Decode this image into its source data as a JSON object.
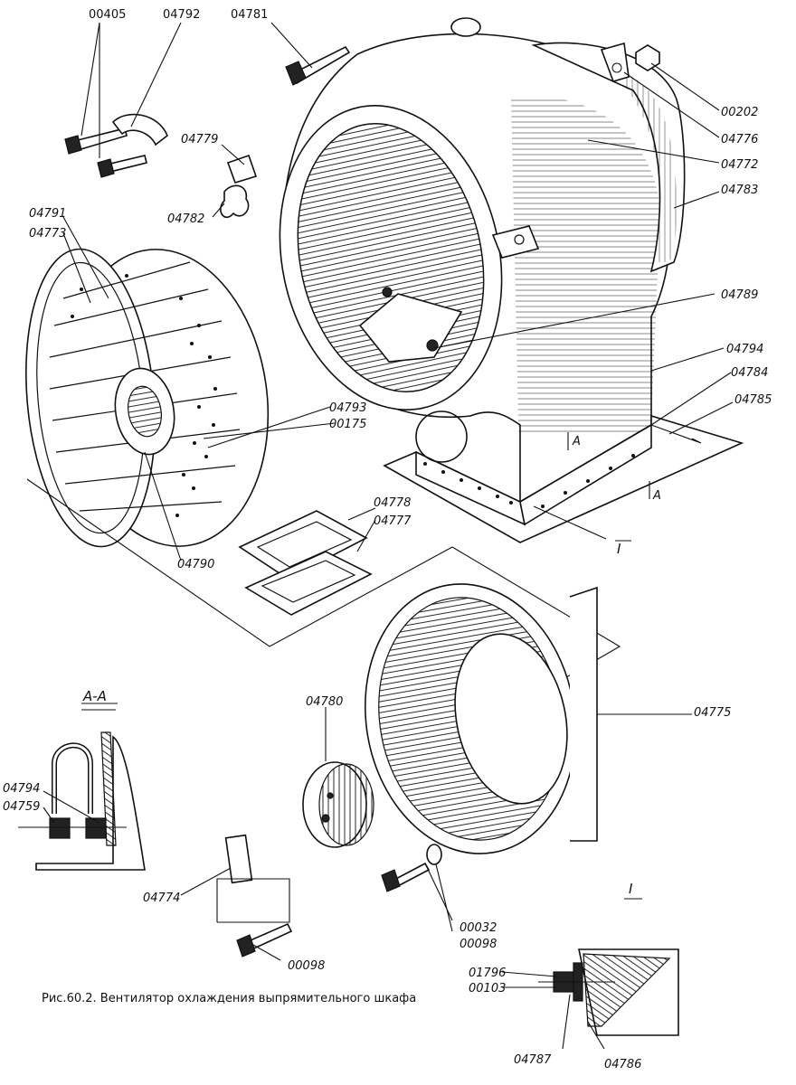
{
  "labels": {
    "p00405": "00405",
    "p04792": "04792",
    "p04781": "04781",
    "p00202": "00202",
    "p04776": "04776",
    "p04772": "04772",
    "p04783": "04783",
    "p04779": "04779",
    "p04782": "04782",
    "p04791": "04791",
    "p04773": "04773",
    "p04789": "04789",
    "p04794a": "04794",
    "p04784": "04784",
    "p04785": "04785",
    "p04793": "04793",
    "p00175": "00175",
    "p04778": "04778",
    "p04777": "04777",
    "p04790": "04790",
    "p04775": "04775",
    "p04780": "04780",
    "p04794b": "04794",
    "p04759": "04759",
    "p04774": "04774",
    "p00032": "00032",
    "p00098a": "00098",
    "p00098b": "00098",
    "p01796": "01796",
    "p00103": "00103",
    "p04787": "04787",
    "p04786": "04786",
    "secA1": "A",
    "secA2": "A"
  },
  "sections": {
    "aa": "A-A",
    "one": "I",
    "callout_one": "I"
  },
  "caption": "Рис.60.2. Вентилятор охлаждения выпрямительного шкафа"
}
